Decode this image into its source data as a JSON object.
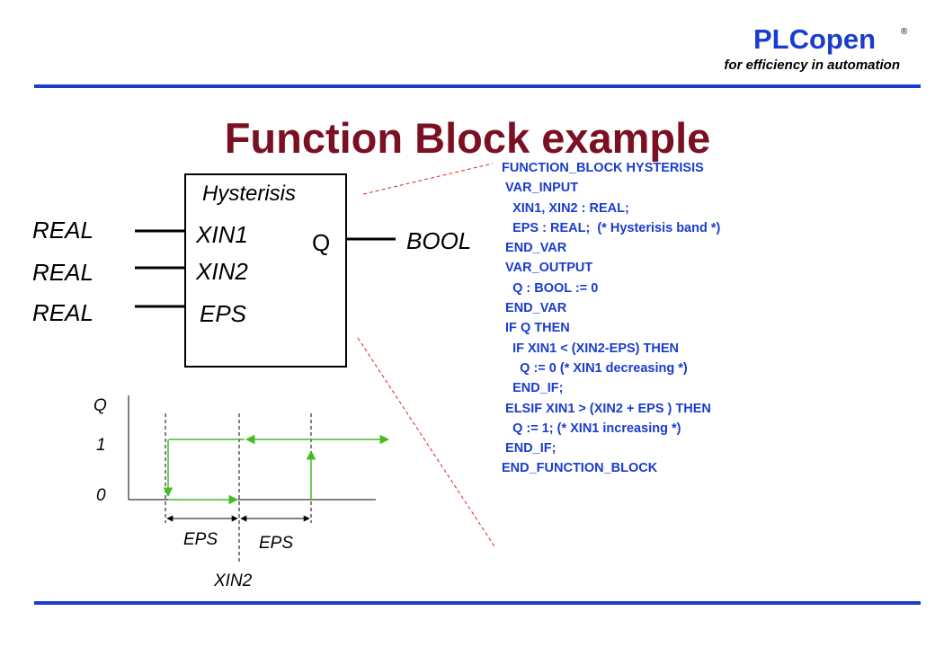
{
  "header": {
    "brand": "PLCopen",
    "registered_mark": "®",
    "tagline": "for efficiency in automation"
  },
  "slide_title": "Function Block example",
  "block": {
    "name": "Hysterisis",
    "inputs": [
      {
        "type": "REAL",
        "name": "XIN1"
      },
      {
        "type": "REAL",
        "name": "XIN2"
      },
      {
        "type": "REAL",
        "name": "EPS"
      }
    ],
    "output": {
      "name": "Q",
      "type": "BOOL"
    }
  },
  "graph": {
    "y_axis_label": "Q",
    "y_ticks": [
      "1",
      "0"
    ],
    "band_labels": [
      "EPS",
      "EPS"
    ],
    "center_label": "XIN2"
  },
  "code_lines": [
    "FUNCTION_BLOCK HYSTERISIS",
    " VAR_INPUT",
    "   XIN1, XIN2 : REAL;",
    "   EPS : REAL;  (* Hysterisis band *)",
    " END_VAR",
    " VAR_OUTPUT",
    "   Q : BOOL := 0",
    " END_VAR",
    " IF Q THEN",
    "   IF XIN1 < (XIN2-EPS) THEN",
    "     Q := 0 (* XIN1 decreasing *)",
    "   END_IF;",
    " ELSIF XIN1 > (XIN2 + EPS ) THEN",
    "   Q := 1; (* XIN1 increasing *)",
    " END_IF;",
    "END_FUNCTION_BLOCK"
  ],
  "colors": {
    "brand_blue": "#1a3ccf",
    "title_red": "#7b1022",
    "arrow_green": "#44bb22",
    "dashed_red": "#dd2222"
  }
}
